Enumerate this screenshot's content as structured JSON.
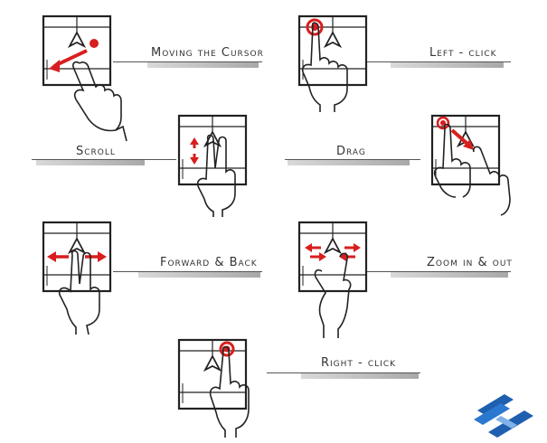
{
  "gestures": [
    {
      "label": "Moving the Cursor"
    },
    {
      "label": "Left - click"
    },
    {
      "label": "Scroll"
    },
    {
      "label": "Drag"
    },
    {
      "label": "Forward & Back"
    },
    {
      "label": "Zoom in & out"
    },
    {
      "label": "Right - click"
    }
  ],
  "colors": {
    "accent": "#d81e1e",
    "ink": "#222222",
    "logo": "#1f5fb0"
  },
  "icons": [
    "trackpad-icon",
    "hand-icon",
    "arrow-icon",
    "finger-dot-icon",
    "logo-icon"
  ]
}
